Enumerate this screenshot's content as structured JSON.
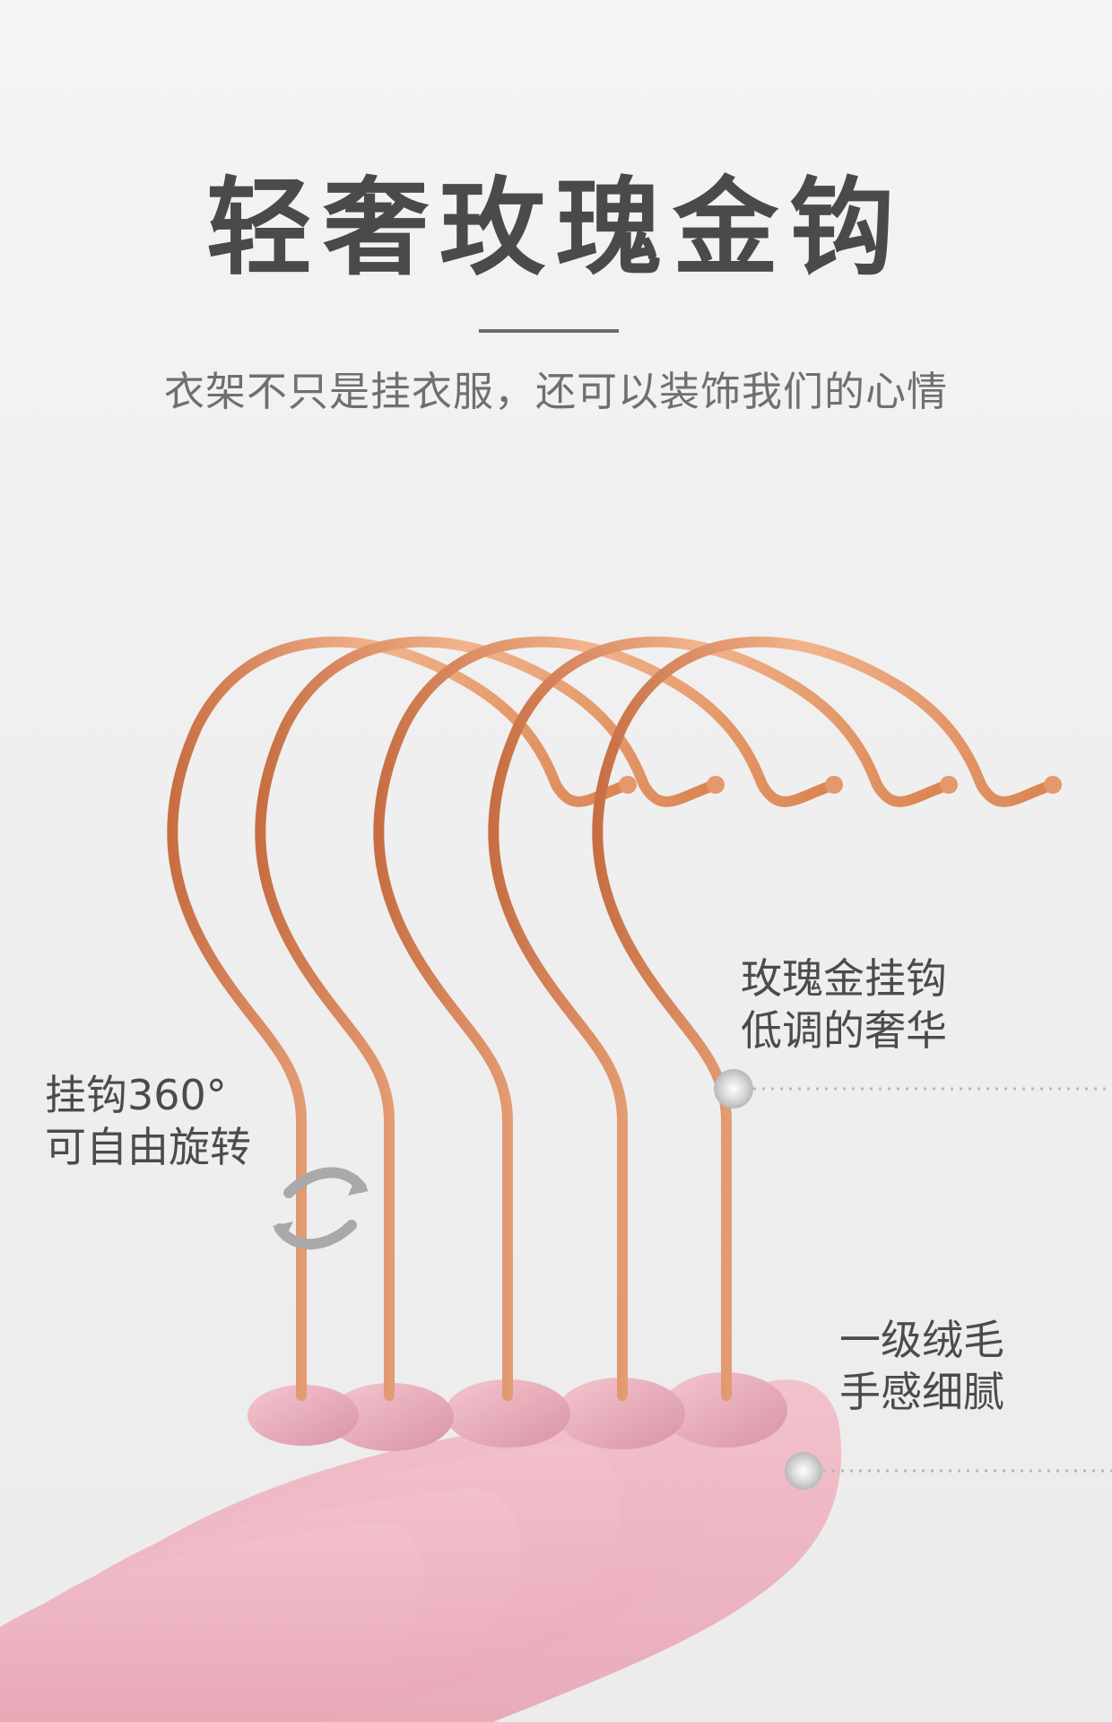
{
  "header": {
    "title": "轻奢玫瑰金钩",
    "subtitle": "衣架不只是挂衣服，还可以装饰我们的心情"
  },
  "callouts": {
    "rotate": {
      "line1": "挂钩360°",
      "line2": "可自由旋转"
    },
    "hook": {
      "line1": "玫瑰金挂钩",
      "line2": "低调的奢华"
    },
    "flock": {
      "line1": "一级绒毛",
      "line2": "手感细腻"
    }
  },
  "colors": {
    "background": "#f1f1f1",
    "title_text": "#4a4a4a",
    "subtitle_text": "#6f6f6f",
    "rose_gold": "#d9834f",
    "rose_gold_highlight": "#f2b48d",
    "hanger_pink": "#efb6c3",
    "hanger_pink_shadow": "#d99aa8"
  }
}
